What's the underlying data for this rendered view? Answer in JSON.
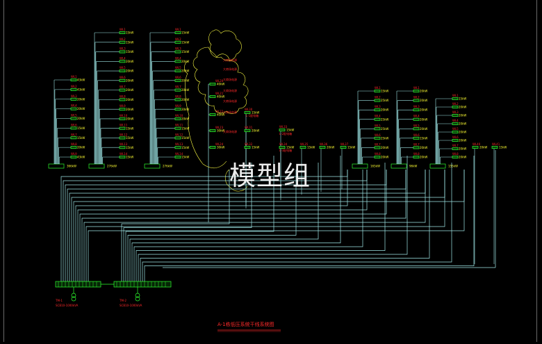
{
  "watermark": {
    "text": "模型组"
  },
  "title": "A-1栋低压系统干线系统图",
  "transformers": [
    {
      "label1": "TM-1",
      "label2": "SCB10-1000kVA"
    },
    {
      "label1": "TM-2",
      "label2": "SCB10-1000kVA"
    }
  ],
  "riser_groups": [
    {
      "total": "366kW",
      "items": [
        "43kW",
        "43kW",
        "20kW",
        "20kW",
        "20kW",
        "15kW",
        "15kW",
        "20kW",
        "43kW"
      ]
    },
    {
      "total": "276kW",
      "items": [
        "15kW",
        "15kW",
        "15kW",
        "20kW",
        "20kW",
        "20kW",
        "20kW",
        "20kW",
        "20kW",
        "20kW",
        "15kW",
        "15kW",
        "15kW",
        "15kW"
      ]
    },
    {
      "total": "276kW",
      "items": [
        "15kW",
        "15kW",
        "15kW",
        "20kW",
        "20kW",
        "20kW",
        "20kW",
        "20kW",
        "20kW",
        "20kW",
        "15kW",
        "15kW",
        "15kW",
        "15kW"
      ]
    },
    {
      "total": "165kW",
      "items": [
        "15kW",
        "25kW",
        "20kW",
        "25kW",
        "25kW",
        "25kW",
        "20kW",
        "20kW"
      ]
    },
    {
      "total": "96kW",
      "items": [
        "20kW",
        "20kW",
        "20kW",
        "20kW",
        "20kW",
        "15kW",
        "20kW",
        "20kW"
      ]
    },
    {
      "total": "155kW",
      "items": [
        "15kW",
        "20kW",
        "20kW",
        "20kW",
        "20kW",
        "20kW",
        "20kW",
        "20kW"
      ]
    }
  ],
  "middle_items": [
    "40kW",
    "40kW",
    "40kW",
    "30kW",
    "30kW"
  ],
  "cloud_labels": [
    "大商场电源",
    "大商场电源",
    "大商场电源",
    "大商场电源",
    "大商场电源",
    "大商场电源",
    "大商场电源"
  ],
  "small_feeders": [
    "15kW",
    "20kW",
    "15kW",
    "15kW",
    "15kW",
    "15kW",
    "20kW",
    "15kW"
  ]
}
